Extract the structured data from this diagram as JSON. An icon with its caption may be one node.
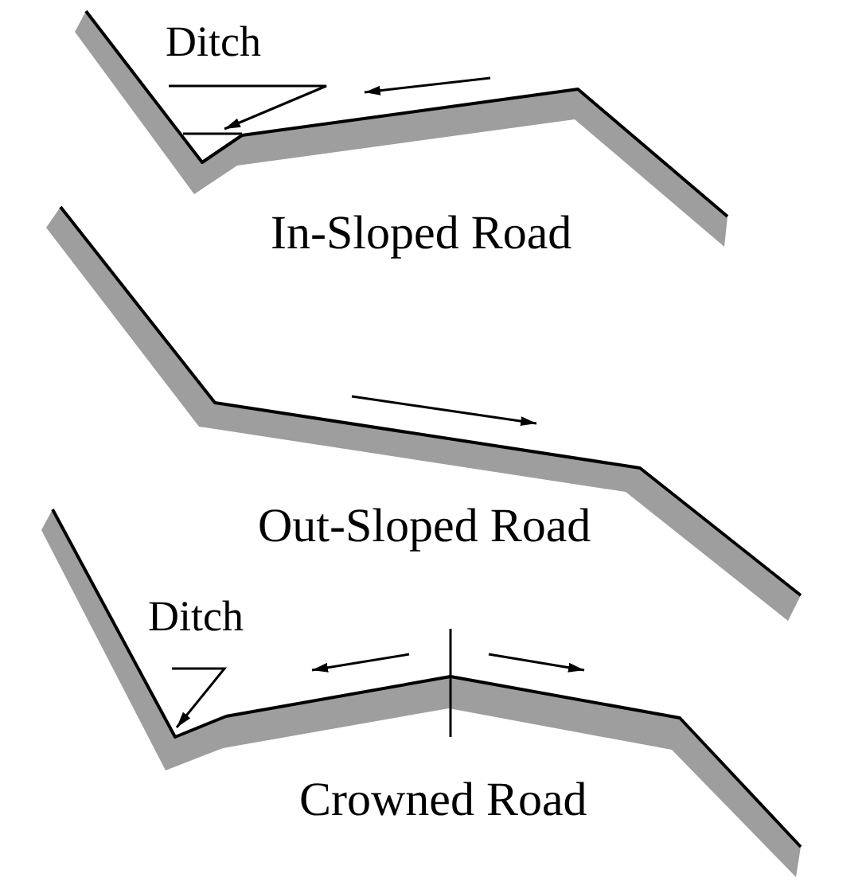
{
  "diagram": {
    "nodes": [
      {
        "text": [
          "Ditch"
        ]
      },
      {
        "text": [
          "Ditch"
        ]
      }
    ],
    "edges": [
      {
        "from": 0,
        "to": null,
        "arrow": "to"
      },
      {
        "from": 1,
        "to": null,
        "arrow": "to"
      }
    ],
    "labels": [
      "In-Sloped Road",
      "Out-Sloped Road",
      "Crowned Road"
    ]
  }
}
